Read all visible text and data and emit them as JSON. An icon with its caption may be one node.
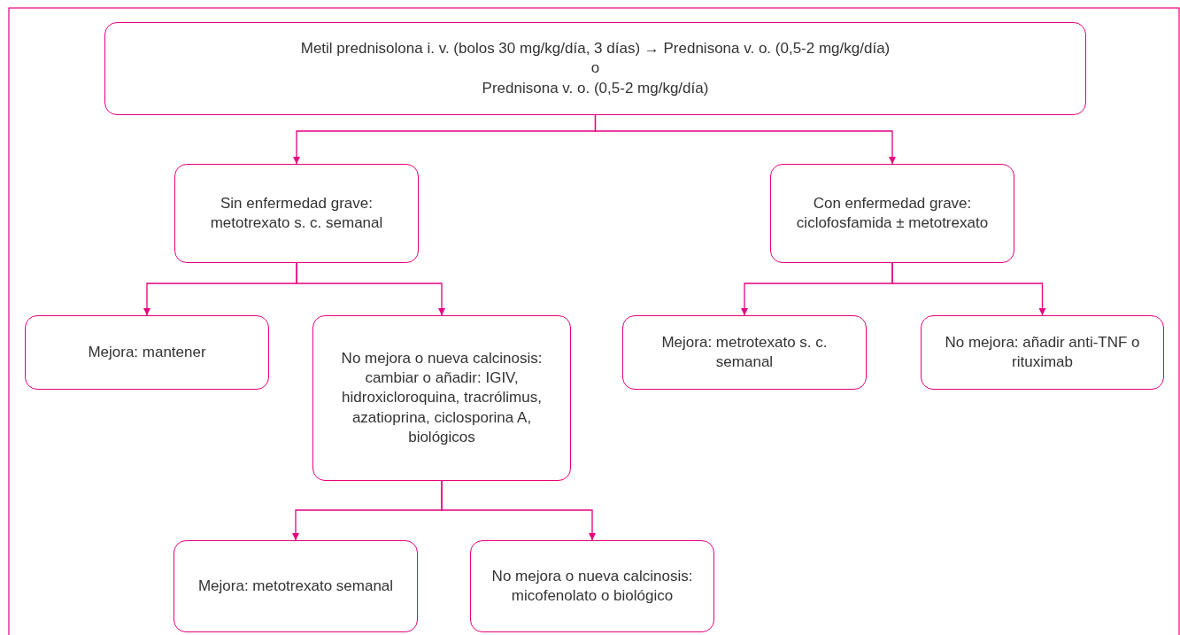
{
  "diagram": {
    "nodes": [
      {
        "text": [
          "Metil prednisolona i. v. (bolos 30 mg/kg/día, 3 días) → Prednisona v. o. (0,5-2 mg/kg/día)",
          "o",
          "Prednisona v. o. (0,5-2 mg/kg/día)"
        ]
      },
      {
        "text": [
          "Sin enfermedad grave: metotrexato s. c. semanal"
        ]
      },
      {
        "text": [
          "Con enfermedad grave: ciclofosfamida ± metotrexato"
        ]
      },
      {
        "text": [
          "Mejora: mantener"
        ]
      },
      {
        "text": [
          "No mejora o nueva calcinosis: cambiar o añadir: IGIV, hidroxicloroquina, tracrólimus, azatioprina, ciclosporina A, biológicos"
        ]
      },
      {
        "text": [
          "Mejora: metrotexato s. c. semanal"
        ]
      },
      {
        "text": [
          "No mejora: añadir anti-TNF o rituximab"
        ]
      },
      {
        "text": [
          "Mejora: metotrexato semanal"
        ]
      },
      {
        "text": [
          "No mejora o nueva calcinosis: micofenolato o biológico"
        ]
      }
    ],
    "edges": [
      {
        "from": 0,
        "to": 1,
        "arrow": "to"
      },
      {
        "from": 0,
        "to": 2,
        "arrow": "to"
      },
      {
        "from": 1,
        "to": 3,
        "arrow": "to"
      },
      {
        "from": 1,
        "to": 4,
        "arrow": "to"
      },
      {
        "from": 2,
        "to": 5,
        "arrow": "to"
      },
      {
        "from": 2,
        "to": 6,
        "arrow": "to"
      },
      {
        "from": 4,
        "to": 7,
        "arrow": "to"
      },
      {
        "from": 4,
        "to": 8,
        "arrow": "to"
      }
    ]
  }
}
